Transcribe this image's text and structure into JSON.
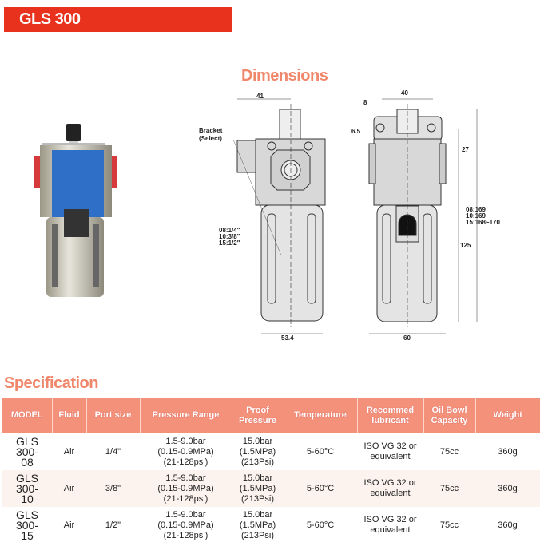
{
  "title": "GLS 300",
  "dimensions": {
    "heading": "Dimensions",
    "bracket_label": [
      "Bracket",
      "(Select)"
    ],
    "port_labels": [
      "08:1/4\"",
      "10:3/8\"",
      "15:1/2\""
    ],
    "height_labels": [
      "08:169",
      "10:169",
      "15:168~170"
    ],
    "dims": {
      "d41": "41",
      "d53": "53.4",
      "d40": "40",
      "d8": "8",
      "d65": "6.5",
      "d27": "27",
      "d125": "125",
      "d60": "60"
    }
  },
  "spec": {
    "heading": "Specification",
    "columns": [
      "MODEL",
      "Fluid",
      "Port size",
      "Pressure Range",
      "Proof Pressure",
      "Temperature",
      "Recommed lubricant",
      "Oil Bowl Capacity",
      "Weight"
    ],
    "rows": [
      {
        "model": "GLS 300-08",
        "fluid": "Air",
        "port": "1/4\"",
        "pressure": [
          "1.5-9.0bar",
          "(0.15-0.9MPa)",
          "(21-128psi)"
        ],
        "proof": [
          "15.0bar",
          "(1.5MPa)",
          "(213Psi)"
        ],
        "temp": "5-60°C",
        "lub": [
          "ISO VG 32 or",
          "equivalent"
        ],
        "oil": "75cc",
        "weight": "360g"
      },
      {
        "model": "GLS 300-10",
        "fluid": "Air",
        "port": "3/8\"",
        "pressure": [
          "1.5-9.0bar",
          "(0.15-0.9MPa)",
          "(21-128psi)"
        ],
        "proof": [
          "15.0bar",
          "(1.5MPa)",
          "(213Psi)"
        ],
        "temp": "5-60°C",
        "lub": [
          "ISO VG 32 or",
          "equivalent"
        ],
        "oil": "75cc",
        "weight": "360g"
      },
      {
        "model": "GLS 300-15",
        "fluid": "Air",
        "port": "1/2\"",
        "pressure": [
          "1.5-9.0bar",
          "(0.15-0.9MPa)",
          "(21-128psi)"
        ],
        "proof": [
          "15.0bar",
          "(1.5MPa)",
          "(213Psi)"
        ],
        "temp": "5-60°C",
        "lub": [
          "ISO VG 32 or",
          "equivalent"
        ],
        "oil": "75cc",
        "weight": "360g"
      }
    ]
  }
}
